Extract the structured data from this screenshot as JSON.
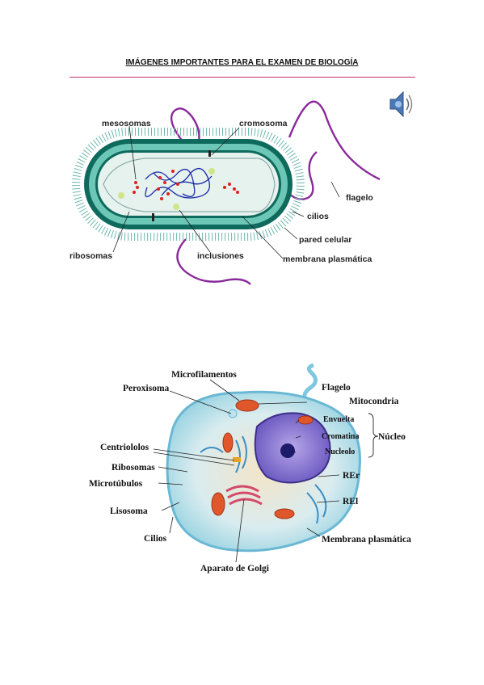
{
  "title": "IMÁGENES IMPORTANTES PARA EL EXAMEN DE BIOLOGÍA",
  "audio_icon": "speaker-icon",
  "bacteria": {
    "labels": {
      "mesosomas": "mesosomas",
      "cromosoma": "cromosoma",
      "flagelo": "flagelo",
      "cilios": "cilios",
      "pared_celular": "pared celular",
      "membrana": "membrana plasmática",
      "ribosomas": "ribosomas",
      "inclusiones": "inclusiones"
    }
  },
  "animal_cell": {
    "labels": {
      "microfilamentos": "Microfilamentos",
      "peroxisoma": "Peroxisoma",
      "flagelo": "Flagelo",
      "mitocondria": "Mitocondria",
      "envuelta": "Envuelta",
      "cromatina": "Cromatina",
      "nucleolo": "Nucleolo",
      "nucleo": "Núcleo",
      "centriololos": "Centriololos",
      "ribosomas": "Ribosomas",
      "microtubulos": "Microtúbulos",
      "rer": "REr",
      "rel": "REl",
      "lisosoma": "Lisosoma",
      "cilios": "Cilios",
      "membrana": "Membrana plasmática",
      "golgi": "Aparato de Golgi"
    }
  }
}
